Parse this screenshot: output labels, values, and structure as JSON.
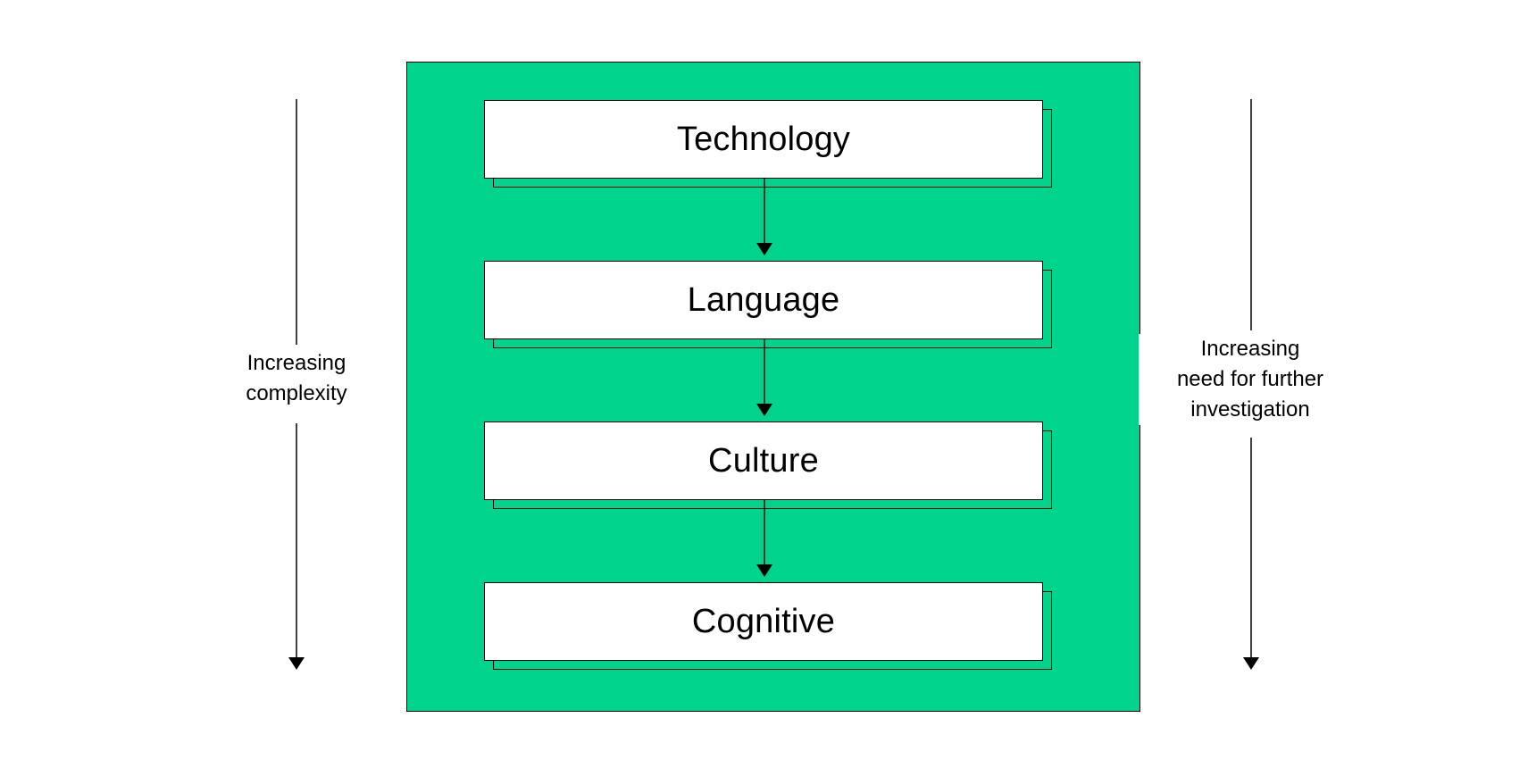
{
  "colors": {
    "panel_fill": "#00D38B",
    "line": "#000000",
    "box_fill": "#FFFFFF",
    "page_background": "#FFFFFF"
  },
  "layers": [
    {
      "label": "Technology"
    },
    {
      "label": "Language"
    },
    {
      "label": "Culture"
    },
    {
      "label": "Cognitive"
    }
  ],
  "left_axis": {
    "label": "Increasing\ncomplexity"
  },
  "right_axis": {
    "label": "Increasing\nneed for further\ninvestigation"
  }
}
